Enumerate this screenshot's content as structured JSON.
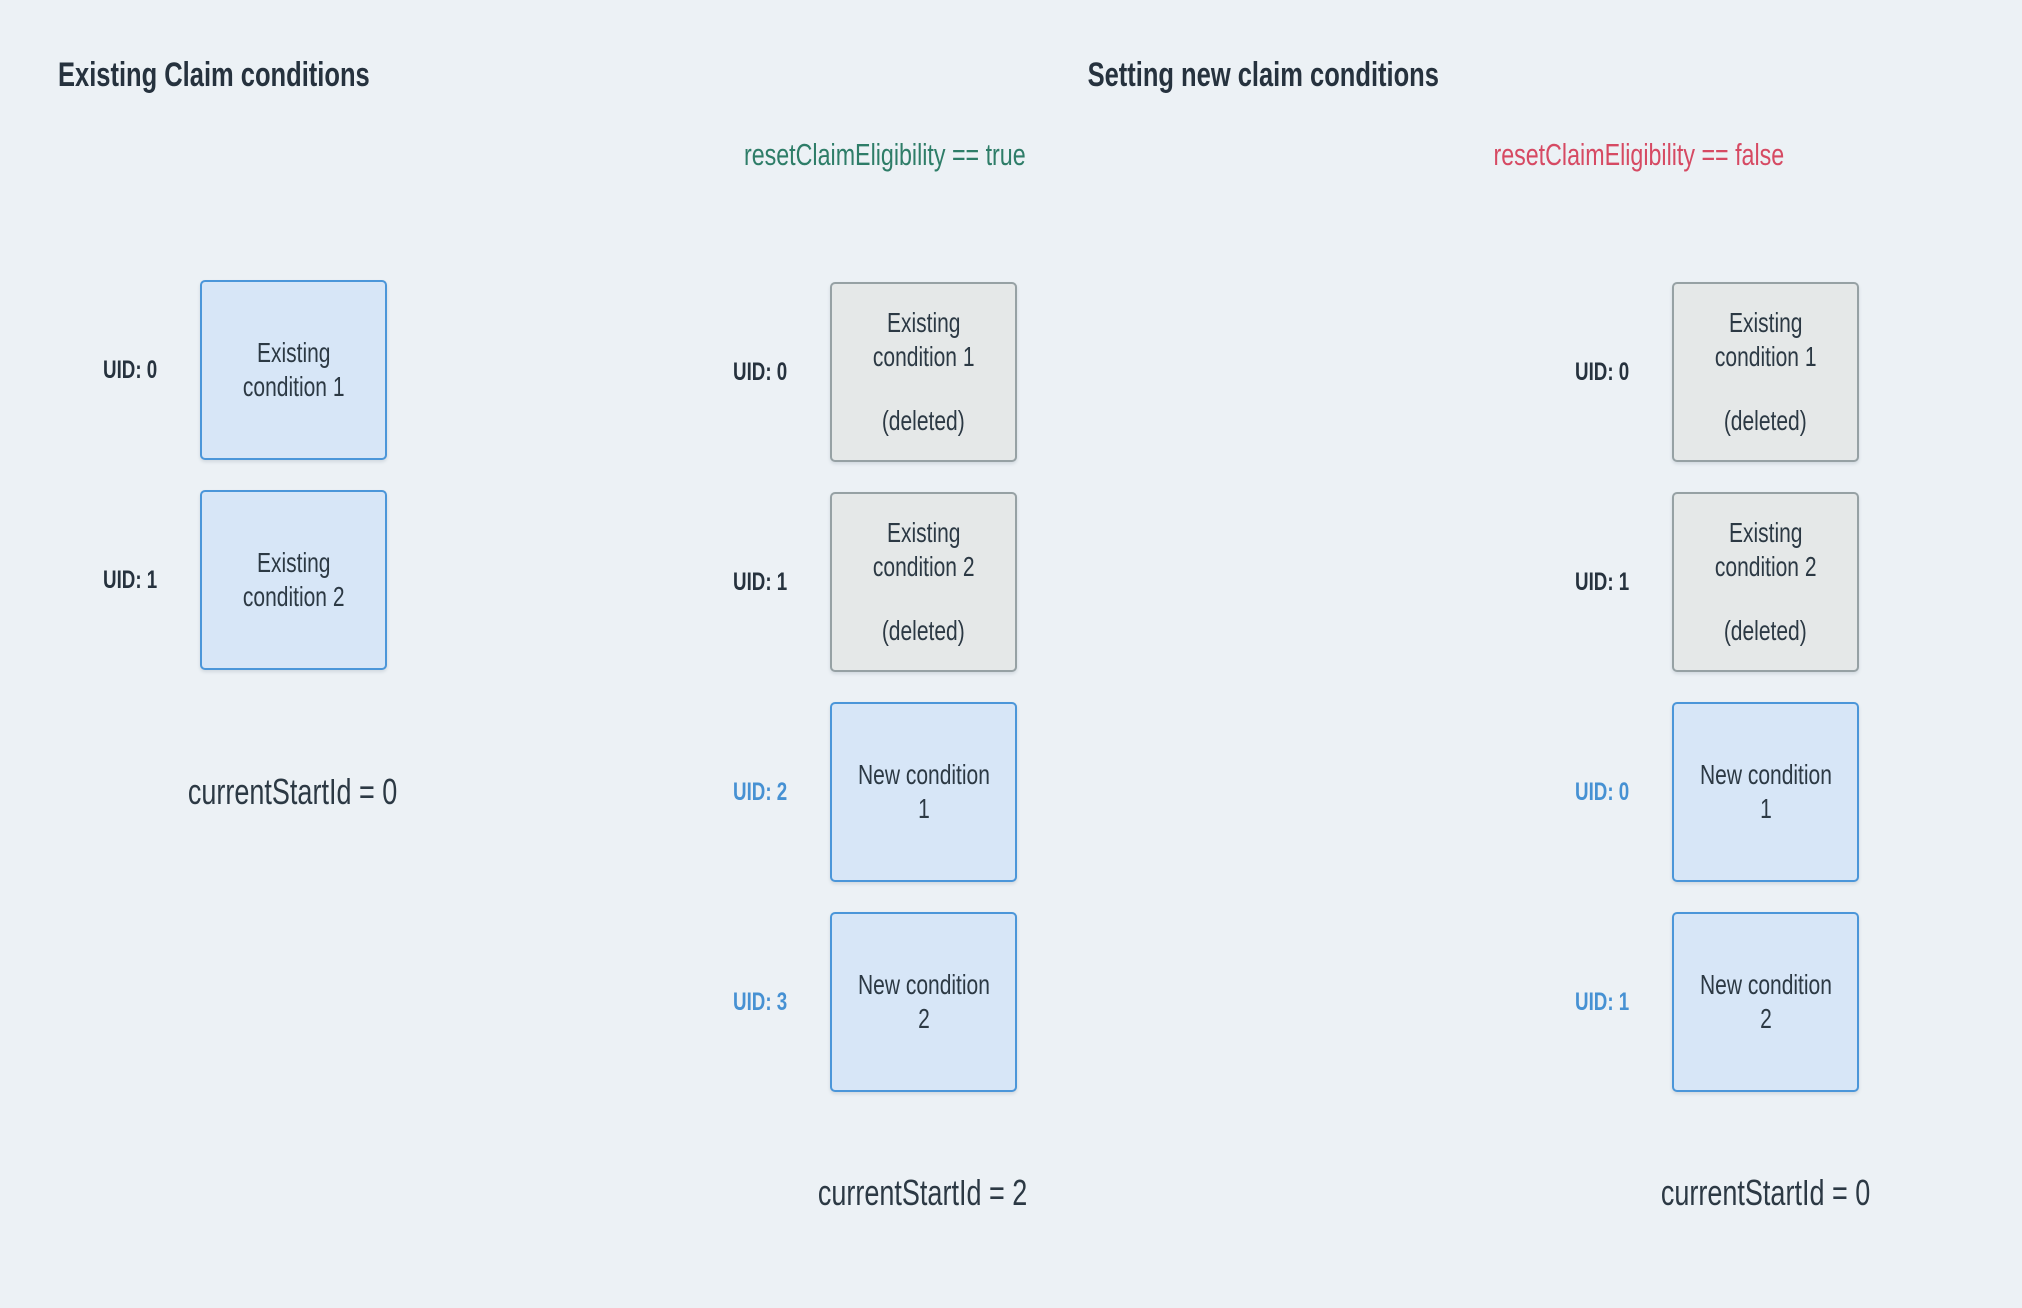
{
  "colors": {
    "page_bg": "#ecf1f5",
    "heading": "#26323e",
    "body_text": "#2c3944",
    "true_green": "#2e7d68",
    "false_red": "#d64a63",
    "uid_blue": "#4691d3",
    "box_blue_fill": "#d7e6f7",
    "box_blue_border": "#4b96d9",
    "box_gray_fill": "#e5e8e8",
    "box_gray_border": "#96a1a4"
  },
  "headers": {
    "left_title": "Existing Claim conditions",
    "main_title": "Setting new claim conditions",
    "true_subtitle": "resetClaimEligibility == true",
    "false_subtitle": "resetClaimEligibility == false"
  },
  "columns": {
    "left": {
      "rows": [
        {
          "uid": "UID: 0",
          "uid_style": "dark",
          "style": "blue",
          "lines": [
            "Existing",
            "condition 1"
          ]
        },
        {
          "uid": "UID: 1",
          "uid_style": "dark",
          "style": "blue",
          "lines": [
            "Existing",
            "condition 2"
          ]
        }
      ],
      "footer": "currentStartId = 0"
    },
    "middle": {
      "rows": [
        {
          "uid": "UID: 0",
          "uid_style": "dark",
          "style": "gray",
          "lines": [
            "Existing",
            "condition 1"
          ],
          "note": "(deleted)"
        },
        {
          "uid": "UID: 1",
          "uid_style": "dark",
          "style": "gray",
          "lines": [
            "Existing",
            "condition 2"
          ],
          "note": "(deleted)"
        },
        {
          "uid": "UID: 2",
          "uid_style": "blue",
          "style": "blue",
          "lines": [
            "New condition",
            "1"
          ]
        },
        {
          "uid": "UID: 3",
          "uid_style": "blue",
          "style": "blue",
          "lines": [
            "New condition",
            "2"
          ]
        }
      ],
      "footer": "currentStartId = 2"
    },
    "right": {
      "rows": [
        {
          "uid": "UID: 0",
          "uid_style": "dark",
          "style": "gray",
          "lines": [
            "Existing",
            "condition 1"
          ],
          "note": "(deleted)"
        },
        {
          "uid": "UID: 1",
          "uid_style": "dark",
          "style": "gray",
          "lines": [
            "Existing",
            "condition 2"
          ],
          "note": "(deleted)"
        },
        {
          "uid": "UID: 0",
          "uid_style": "blue",
          "style": "blue",
          "lines": [
            "New condition",
            "1"
          ]
        },
        {
          "uid": "UID: 1",
          "uid_style": "blue",
          "style": "blue",
          "lines": [
            "New condition",
            "2"
          ]
        }
      ],
      "footer": "currentStartId = 0"
    }
  }
}
